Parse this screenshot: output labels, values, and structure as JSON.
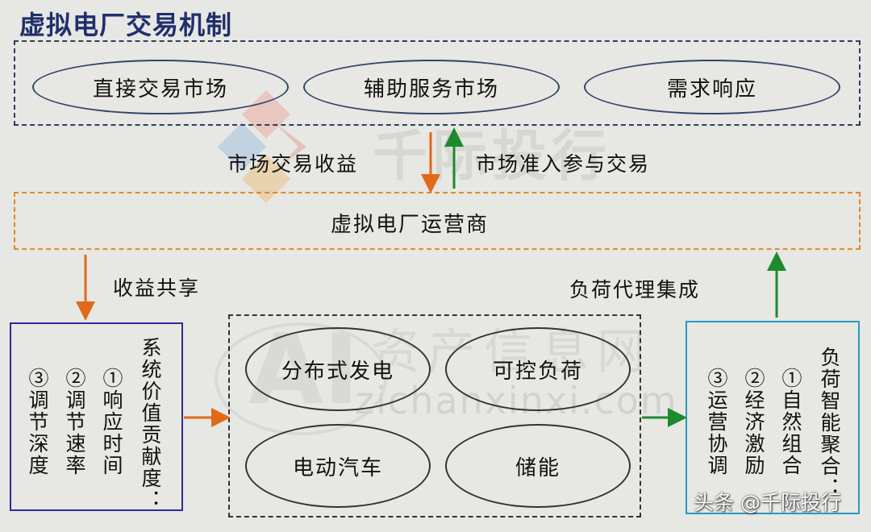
{
  "title": "虚拟电厂交易机制",
  "markets": [
    "直接交易市场",
    "辅助服务市场",
    "需求响应"
  ],
  "flows": {
    "market_revenue": "市场交易收益",
    "market_access": "市场准入参与交易",
    "revenue_sharing": "收益共享",
    "load_agency": "负荷代理集成"
  },
  "operator": "虚拟电厂运营商",
  "value_box": {
    "columns": [
      "系统价值贡献度：",
      "①响应时间",
      "②调节速率",
      "③调节深度"
    ]
  },
  "resources": [
    "分布式发电",
    "可控负荷",
    "电动汽车",
    "储能"
  ],
  "aggregation_box": {
    "columns": [
      "负荷智能聚合：",
      "①自然组合",
      "②经济激励",
      "③运营协调"
    ]
  },
  "watermarks": {
    "brand": "千际投行",
    "site_cn": "资产信息网",
    "site_url": "zichanxinxi.com",
    "ai": "AI"
  },
  "credit": "头条 @千际投行",
  "colors": {
    "title": "#1f2f6c",
    "orange_arrow": "#e06a18",
    "green_arrow": "#1d8a2e",
    "value_border": "#2c2c9a",
    "aggregation_border": "#2a9bc0"
  }
}
